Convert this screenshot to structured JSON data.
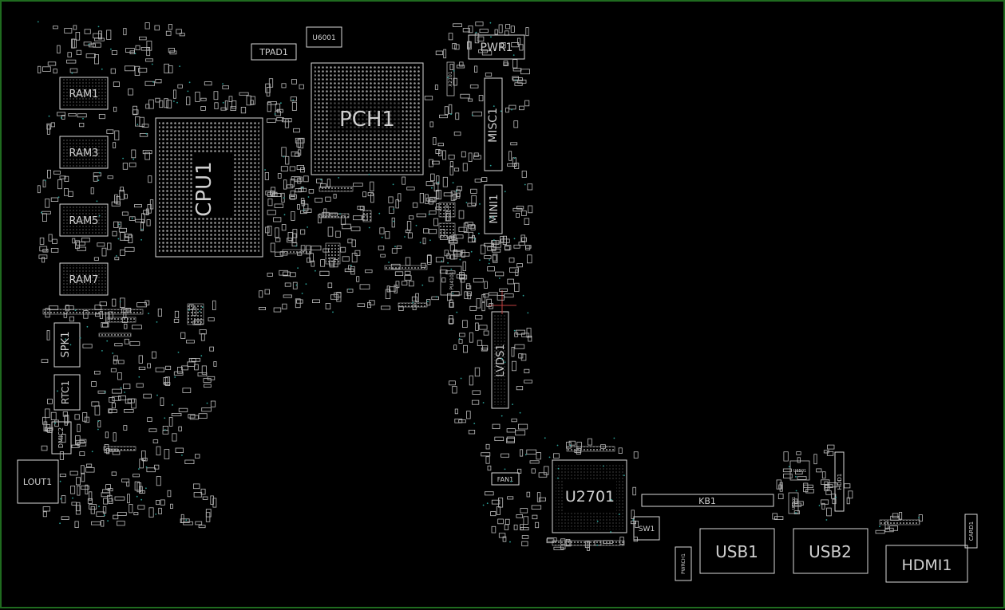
{
  "board": {
    "background": "#000000",
    "frame_color": "#1f6b1f",
    "outline_color": "#d8d8d8",
    "via_color": "#2aa198",
    "trace_color": "#c04040"
  },
  "components": {
    "cpu": "CPU1",
    "pch": "PCH1",
    "ram1": "RAM1",
    "ram3": "RAM3",
    "ram5": "RAM5",
    "ram7": "RAM7",
    "spk": "SPK1",
    "rtc": "RTC1",
    "dmic": "DMIC2",
    "lout": "LOUT1",
    "tpad": "TPAD1",
    "u6001": "U6001",
    "pwr": "PWR1",
    "misc": "MISC1",
    "mini": "MINI1",
    "lvds": "LVDS1",
    "u2701": "U2701",
    "kb": "KB1",
    "fan": "FAN1",
    "sw": "SW1",
    "usb1": "USB1",
    "usb2": "USB2",
    "hdmi": "HDMI1",
    "card": "CARD1",
    "hdd": "HDD1",
    "pwrch": "PWRCH1",
    "u6501": "U6501",
    "u6201": "U6201",
    "pu4101": "PU4101",
    "x2101": "X2101"
  }
}
